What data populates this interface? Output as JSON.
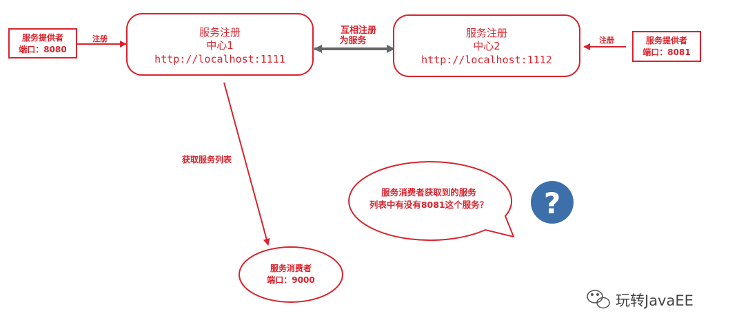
{
  "colors": {
    "accent": "#d9232d",
    "link_arrow": "#666666",
    "question_badge": "#3d6faa"
  },
  "registry1": {
    "line1": "服务注册",
    "line2": "中心1",
    "line3": "http://localhost:1111"
  },
  "registry2": {
    "line1": "服务注册",
    "line2": "中心2",
    "line3": "http://localhost:1112"
  },
  "provider1": {
    "line1": "服务提供者",
    "line2": "端口：8080"
  },
  "provider2": {
    "line1": "服务提供者",
    "line2": "端口：8081"
  },
  "register_label_left": "注册",
  "register_label_right": "注册",
  "mutual_label": {
    "line1": "互相注册",
    "line2": "为服务"
  },
  "fetch_label": "获取服务列表",
  "consumer": {
    "line1": "服务消费者",
    "line2": "端口：9000"
  },
  "question_bubble": {
    "line1": "服务消费者获取到的服务",
    "line2": "列表中有没有8081这个服务？"
  },
  "question_mark": "?",
  "watermark": {
    "icon": "wechat-icon",
    "text": "玩转JavaEE"
  }
}
